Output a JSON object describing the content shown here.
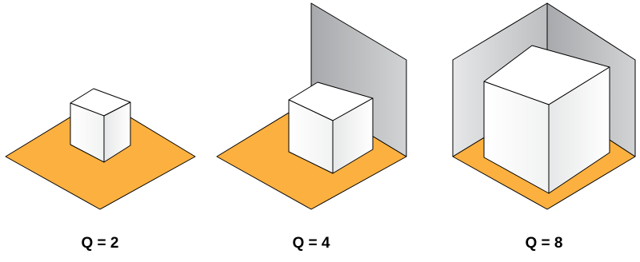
{
  "panels": [
    {
      "label": "Q = 2"
    },
    {
      "label": "Q = 4"
    },
    {
      "label": "Q = 8"
    }
  ],
  "colors": {
    "floor": "#FBB040",
    "wall": "#BCBEC0",
    "wall_light": "#E6E7E8",
    "cube_top": "#FFFFFF",
    "cube_left": "#FAFAFA",
    "cube_right": "#DCDDDE",
    "outline": "#000000",
    "text": "#000000"
  }
}
